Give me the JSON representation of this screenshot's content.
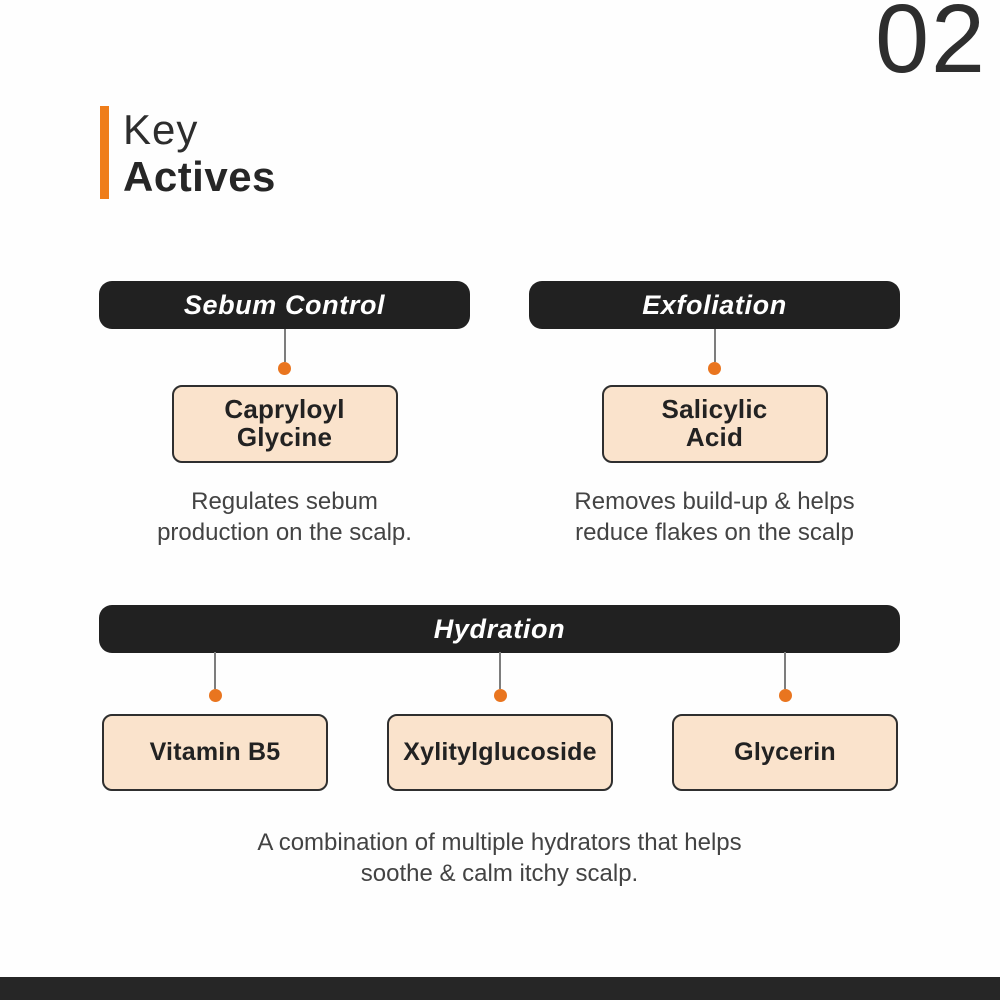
{
  "page_number": "02",
  "title": {
    "light": "Key",
    "bold": "Actives"
  },
  "colors": {
    "accent_orange": "#ef7d1a",
    "dot_orange": "#e9751f",
    "header_pill_bg": "#212121",
    "header_pill_text": "#ffffff",
    "card_bg": "#fae3cc",
    "card_border": "#2f2f2f",
    "body_text": "#434343",
    "footer_bg": "#262626"
  },
  "groups": [
    {
      "header": "Sebum Control",
      "ingredients": [
        "Capryloyl\nGlycine"
      ],
      "description": "Regulates sebum\nproduction on the scalp."
    },
    {
      "header": "Exfoliation",
      "ingredients": [
        "Salicylic\nAcid"
      ],
      "description": "Removes build-up & helps\nreduce flakes on the scalp"
    },
    {
      "header": "Hydration",
      "ingredients": [
        "Vitamin B5",
        "Xylitylglucoside",
        "Glycerin"
      ],
      "description": "A combination of multiple hydrators that helps\nsoothe & calm itchy scalp."
    }
  ]
}
